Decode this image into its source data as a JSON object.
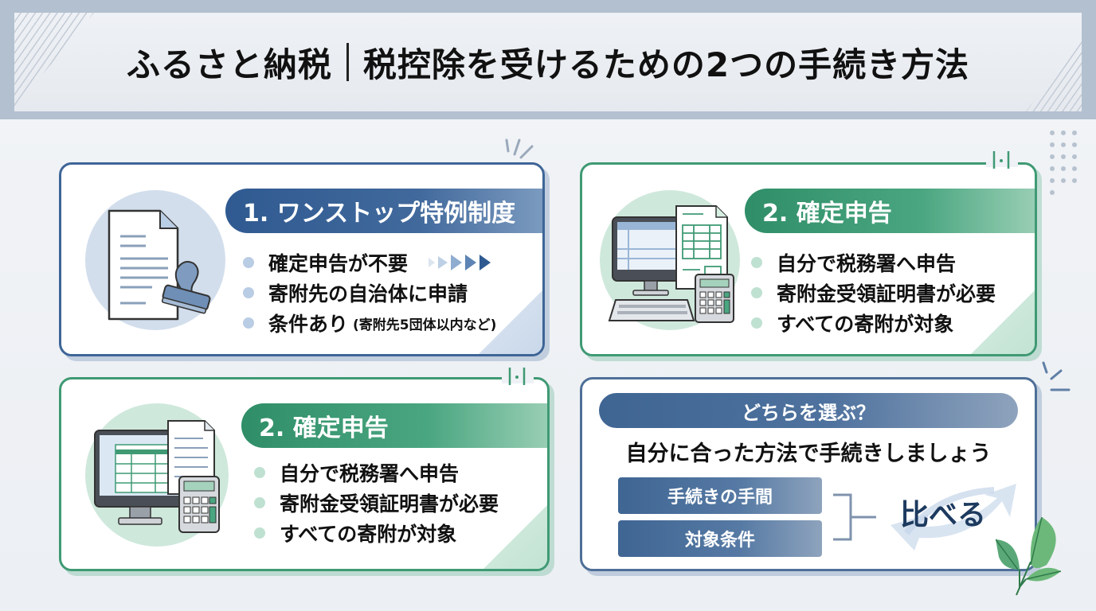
{
  "header": {
    "title_left": "ふるさと納税",
    "title_right": "税控除を受けるための2つの手続き方法"
  },
  "cards": [
    {
      "id": "onestop",
      "title": "1. ワンストップ特例制度",
      "icon": "document-stamp-icon",
      "accent": "#2f5a91",
      "bullets": [
        {
          "text": "確定申告が不要",
          "note": ""
        },
        {
          "text": "寄附先の自治体に申請",
          "note": ""
        },
        {
          "text": "条件あり",
          "note": "(寄附先5団体以内など)"
        }
      ]
    },
    {
      "id": "tax-return-top",
      "title": "2. 確定申告",
      "icon": "computer-calculator-icon",
      "accent": "#2f8e68",
      "bullets": [
        {
          "text": "自分で税務署へ申告"
        },
        {
          "text": "寄附金受領証明書が必要"
        },
        {
          "text": "すべての寄附が対象"
        }
      ]
    },
    {
      "id": "tax-return-bottom",
      "title": "2. 確定申告",
      "icon": "computer-calculator-icon",
      "accent": "#2f8e68",
      "bullets": [
        {
          "text": "自分で税務署へ申告"
        },
        {
          "text": "寄附金受領証明書が必要"
        },
        {
          "text": "すべての寄附が対象"
        }
      ]
    }
  ],
  "choose": {
    "question": "どちらを選ぶ？",
    "subtitle": "自分に合った方法で手続きしましょう",
    "factors": [
      "手続きの手間",
      "対象条件"
    ],
    "compare_label": "比べる"
  }
}
